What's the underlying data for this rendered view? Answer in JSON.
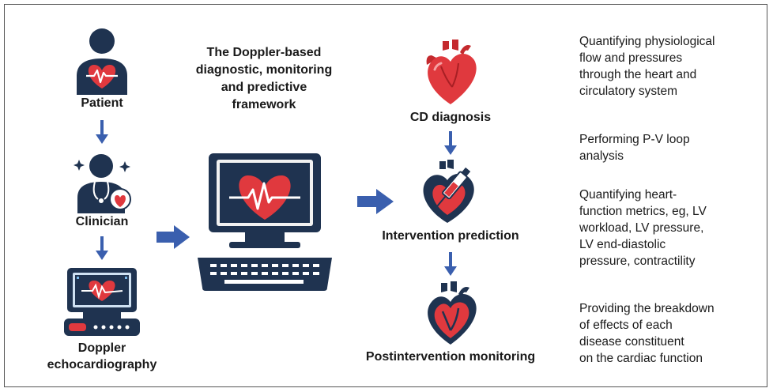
{
  "left_column": {
    "patient_label": "Patient",
    "clinician_label": "Clinician",
    "doppler_label_line1": "Doppler",
    "doppler_label_line2": "echocardiography"
  },
  "center": {
    "title_line1": "The Doppler-based",
    "title_line2": "diagnostic, monitoring",
    "title_line3": "and predictive",
    "title_line4": "framework"
  },
  "right_column": {
    "cd_diagnosis_label": "CD diagnosis",
    "intervention_label": "Intervention prediction",
    "monitoring_label": "Postintervention monitoring"
  },
  "notes": {
    "note1_lines": [
      "Quantifying physiological",
      "flow and pressures",
      "through the heart and",
      "circulatory system"
    ],
    "note2_lines": [
      "Performing P-V loop",
      "analysis"
    ],
    "note3_lines": [
      "Quantifying heart-",
      "function metrics, eg, LV",
      "workload, LV pressure,",
      "LV end-diastolic",
      "pressure, contractility"
    ],
    "note4_lines": [
      "Providing the breakdown",
      "of effects of each",
      "disease constituent",
      "on the cardiac function"
    ]
  },
  "colors": {
    "navy": "#1f3350",
    "heart_red": "#e0393e",
    "arrow_blue": "#3a5fae",
    "frame_border": "#555555"
  },
  "icons": {
    "patient": "patient-heart-icon",
    "clinician": "clinician-stethoscope-icon",
    "doppler": "ultrasound-machine-icon",
    "computer": "computer-heart-monitor-icon",
    "cd_heart": "anatomical-heart-icon",
    "intervention_heart": "heart-syringe-icon",
    "monitoring_heart": "heart-monitoring-icon"
  }
}
